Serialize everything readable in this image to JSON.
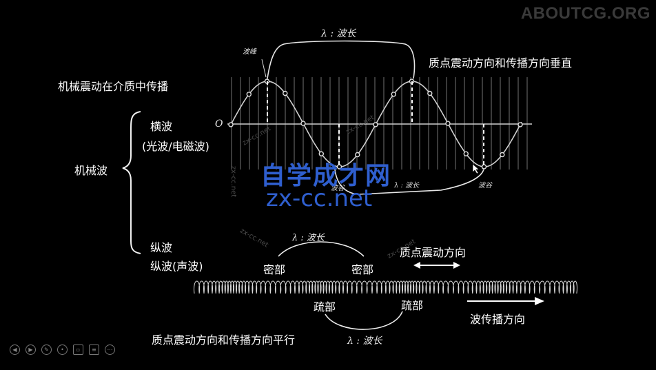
{
  "brand": "ABOUTCG.ORG",
  "labels": {
    "mech_propagation": "机械震动在介质中传播",
    "mech_wave": "机械波",
    "transverse": "横波",
    "transverse_examples": "(光波/电磁波)",
    "longitudinal": "纵波",
    "longitudinal_examples": "纵波(声波)",
    "perpendicular": "质点震动方向和传播方向垂直",
    "parallel": "质点震动方向和传播方向平行",
    "particle_dir": "质点震动方向",
    "wave_dir": "波传播方向",
    "dense1": "密部",
    "dense2": "密部",
    "sparse1": "疏部",
    "sparse2": "疏部",
    "origin": "O"
  },
  "handwriting": {
    "lambda_top": "λ : 波长",
    "crest": "波峰",
    "trough1": "波谷",
    "trough2": "波谷",
    "lambda_mid": "λ : 波长",
    "lambda_dense": "λ : 波长",
    "lambda_sparse": "λ : 波长"
  },
  "watermark": {
    "cn": "自学成才网",
    "en": "zx-cc.net",
    "small": "zx-cc.net"
  },
  "toolbar": [
    "prev-icon",
    "next-icon",
    "pen-icon",
    "pointer-icon",
    "screen-icon",
    "subtitle-icon",
    "more-icon"
  ],
  "colors": {
    "background": "#000000",
    "watermark_blue": "#2f5fcf",
    "grid": "#9a9a9a"
  }
}
